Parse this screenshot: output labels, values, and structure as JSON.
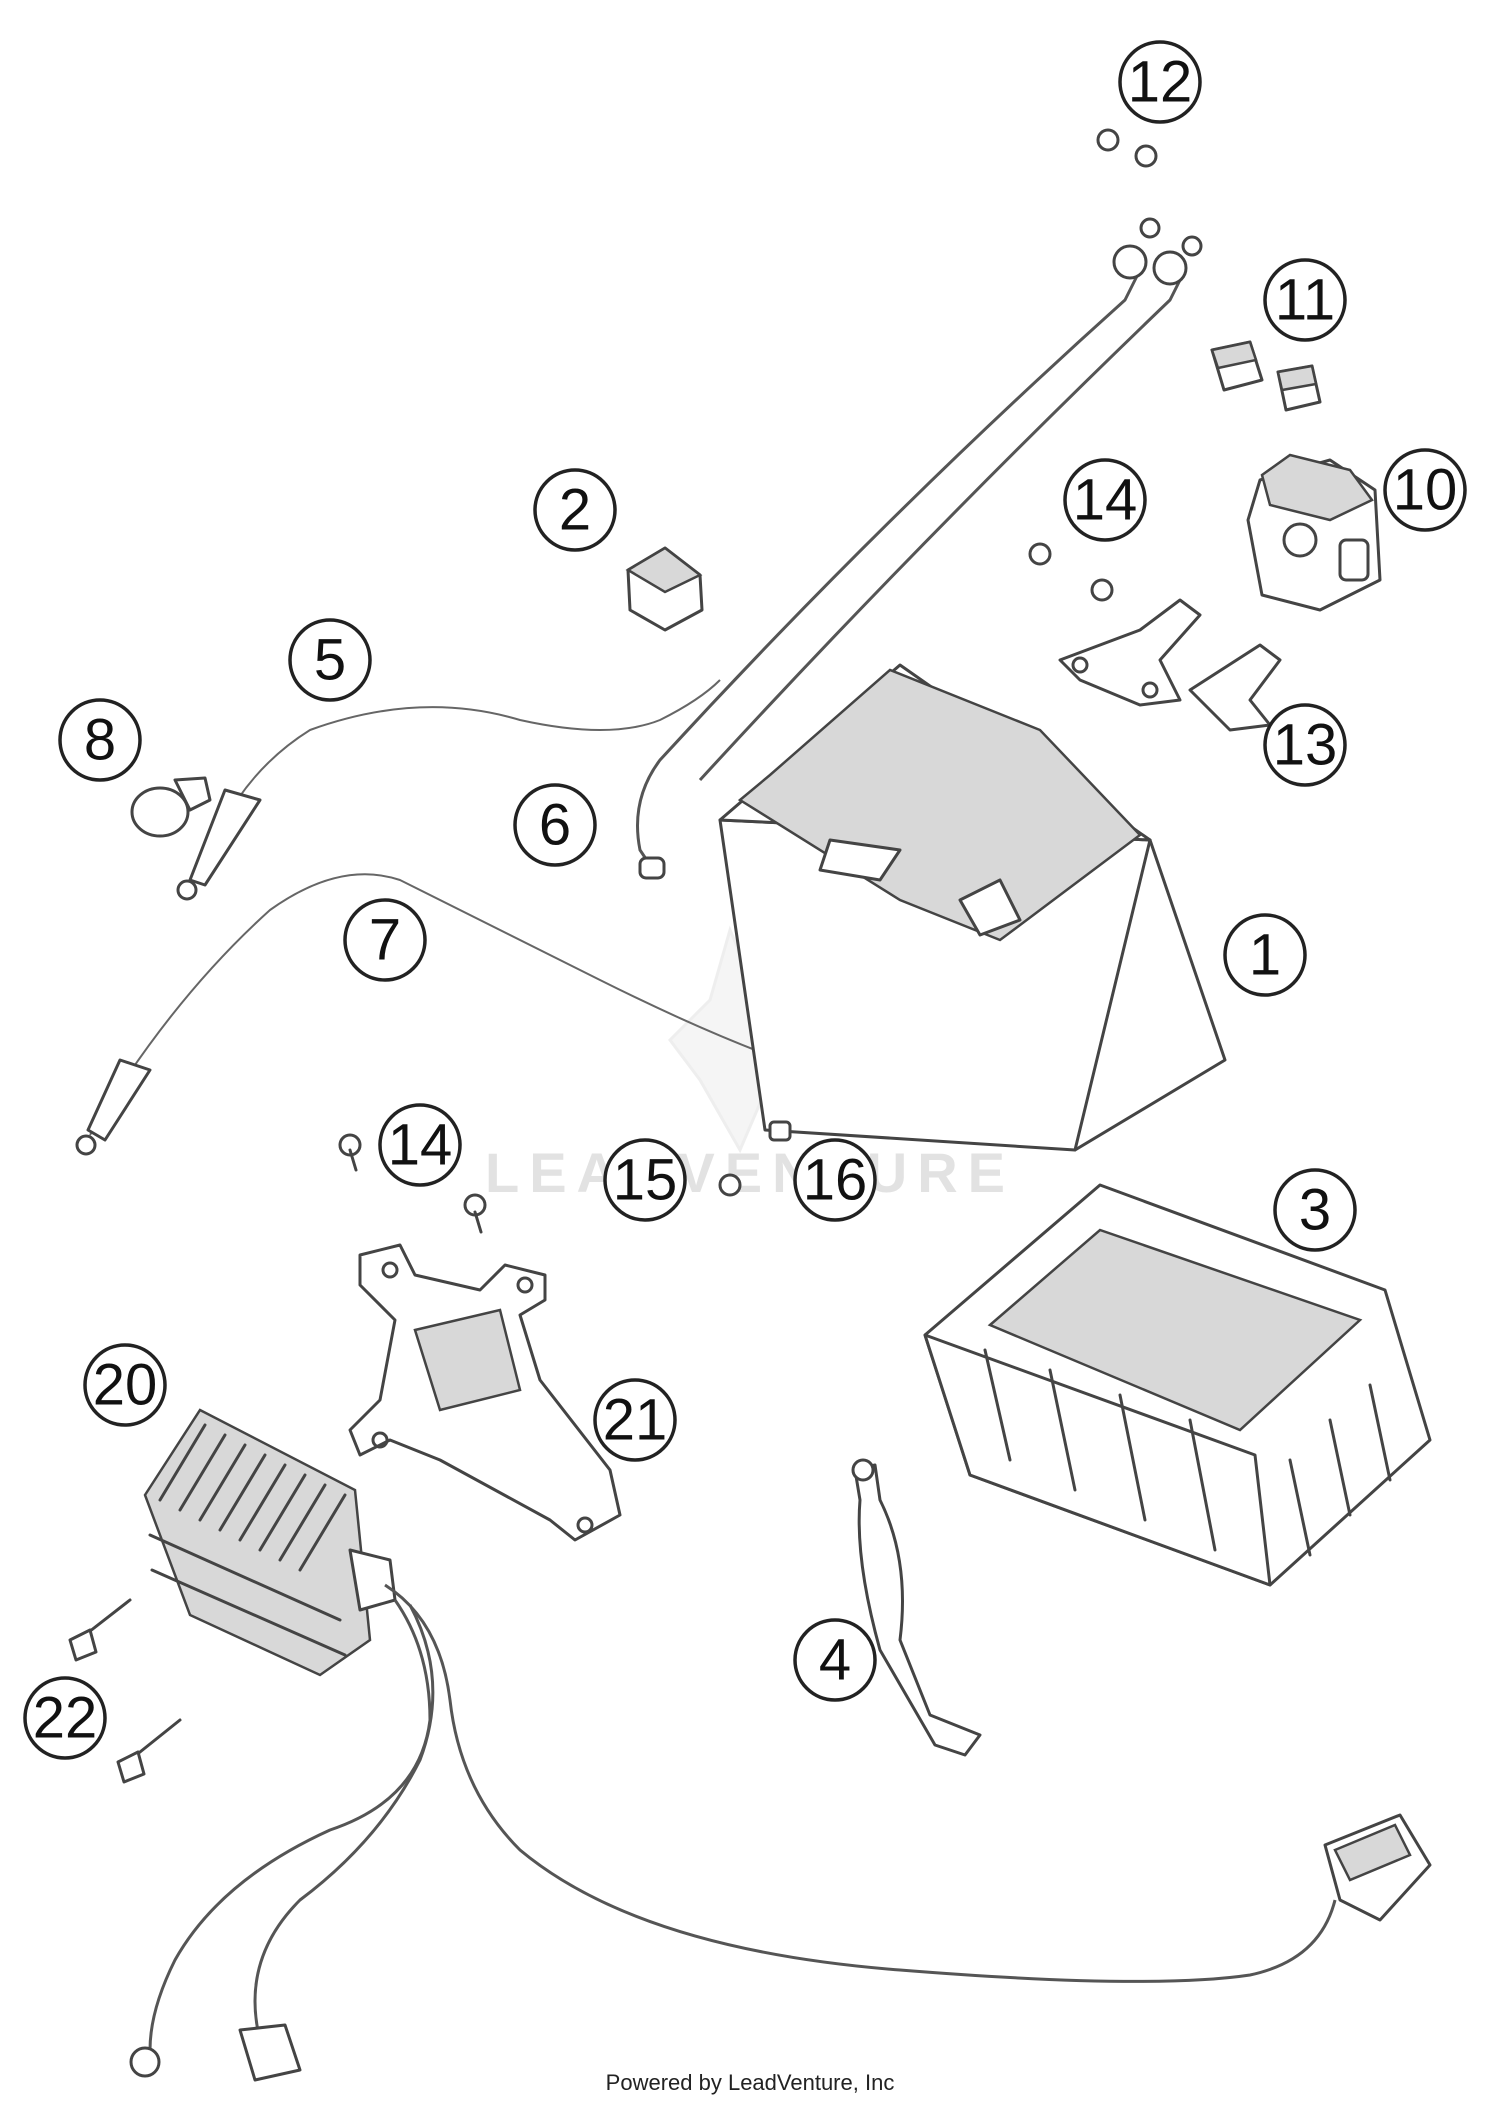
{
  "diagram": {
    "watermark": "LEADVENTURE",
    "footer_credit": "Powered by LeadVenture, Inc",
    "callouts": [
      "12",
      "11",
      "10",
      "14",
      "2",
      "5",
      "8",
      "6",
      "13",
      "1",
      "7",
      "14",
      "15",
      "16",
      "3",
      "20",
      "21",
      "4",
      "22"
    ]
  }
}
